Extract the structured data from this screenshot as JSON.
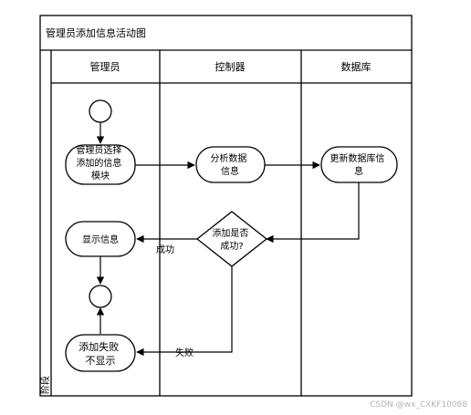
{
  "diagram": {
    "title": "管理员添加信息活动图",
    "side_label": "阶段",
    "lanes": [
      "管理员",
      "控制器",
      "数据库"
    ],
    "nodes": {
      "select_module": [
        "管理员选择",
        "添加的信息",
        "模块"
      ],
      "analyze": [
        "分析数据",
        "信息"
      ],
      "update_db": [
        "更新数据库信",
        "息"
      ],
      "decision": [
        "添加是否",
        "成功?"
      ],
      "show_info": "显示信息",
      "fail_show": [
        "添加失败",
        "不显示"
      ]
    },
    "edge_labels": {
      "success": "成功",
      "fail": "失败"
    }
  },
  "watermark": "CSDN @wx_CXKF10088"
}
